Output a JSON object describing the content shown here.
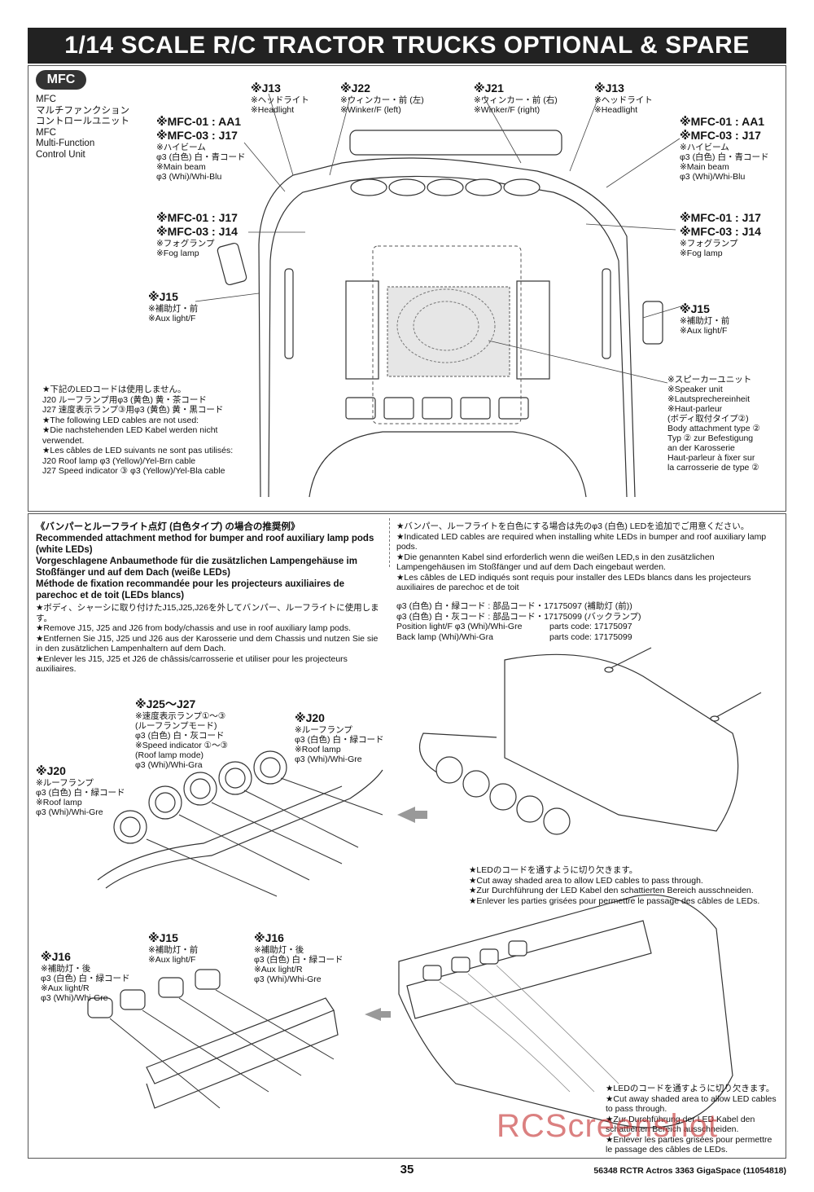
{
  "header": {
    "title": "1/14 SCALE R/C TRACTOR TRUCKS OPTIONAL & SPARE PARTS"
  },
  "mfc": {
    "badge": "MFC",
    "lines": [
      "MFC",
      "マルチファンクション",
      "コントロールユニット",
      "MFC",
      "Multi-Function",
      "Control Unit"
    ]
  },
  "callouts": {
    "j13_left": [
      "※J13",
      "※ヘッドライト",
      "※Headlight"
    ],
    "j22": [
      "※J22",
      "※ウィンカー・前 (左)",
      "※Winker/F (left)"
    ],
    "j21": [
      "※J21",
      "※ウィンカー・前 (右)",
      "※Winker/F (right)"
    ],
    "j13_right": [
      "※J13",
      "※ヘッドライト",
      "※Headlight"
    ],
    "main_left": [
      "※MFC-01 : AA1",
      "※MFC-03 : J17",
      "※ハイビーム",
      "φ3 (白色) 白・青コード",
      "※Main beam",
      "φ3 (Whi)/Whi-Blu"
    ],
    "main_right": [
      "※MFC-01 : AA1",
      "※MFC-03 : J17",
      "※ハイビーム",
      "φ3 (白色) 白・青コード",
      "※Main beam",
      "φ3 (Whi)/Whi-Blu"
    ],
    "fog_left": [
      "※MFC-01 : J17",
      "※MFC-03 : J14",
      "※フォグランプ",
      "※Fog lamp"
    ],
    "fog_right": [
      "※MFC-01 : J17",
      "※MFC-03 : J14",
      "※フォグランプ",
      "※Fog lamp"
    ],
    "aux_left": [
      "※J15",
      "※補助灯・前",
      "※Aux light/F"
    ],
    "aux_right": [
      "※J15",
      "※補助灯・前",
      "※Aux light/F"
    ],
    "speaker": [
      "※スピーカーユニット",
      "※Speaker unit",
      "※Lautsprechereinheit",
      "※Haut-parleur",
      "(ボディ取付タイプ②)",
      "Body attachment type ②",
      "Typ ② zur Befestigung",
      "an der Karosserie",
      "Haut-parleur à fixer sur",
      "la carrosserie de type ②"
    ]
  },
  "led_note": [
    "★下記のLEDコードは使用しません。",
    "J20 ルーフランプ用φ3 (黄色) 黄・茶コード",
    "J27 速度表示ランプ③用φ3 (黄色) 黄・黒コード",
    "★The following LED cables are not used:",
    "★Die nachstehenden LED Kabel werden nicht verwendet.",
    "★Les câbles de LED suivants ne sont pas utilisés:",
    "J20 Roof lamp φ3 (Yellow)/Yel-Brn cable",
    "J27 Speed indicator ③ φ3 (Yellow)/Yel-Bla cable"
  ],
  "recommend": {
    "title_jp": "《バンパーとルーフライト点灯 (白色タイプ) の場合の推奨例》",
    "title_en": "Recommended attachment method for bumper and roof auxiliary lamp pods (white LEDs)",
    "title_de": "Vorgeschlagene Anbaumethode für die zusätzlichen Lampengehäuse im Stoßfänger und auf dem Dach (weiße LEDs)",
    "title_fr": "Méthode de fixation recommandée pour les projecteurs auxiliaires de parechoc et de toit (LEDs blancs)",
    "steps": [
      "★ボディ、シャーシに取り付けたJ15,J25,J26を外してバンパー、ルーフライトに使用します。",
      "★Remove J15, J25 and J26 from body/chassis and use in roof auxiliary lamp pods.",
      "★Entfernen Sie J15, J25 und J26 aus der Karosserie und dem Chassis und nutzen Sie sie in den zusätzlichen Lampenhaltern auf dem Dach.",
      "★Enlever les J15, J25 et J26 de châssis/carrosserie et utiliser pour les projecteurs auxiliaires."
    ]
  },
  "white_note": [
    "★バンパー、ルーフライトを白色にする場合は先のφ3 (白色) LEDを追加でご用意ください。",
    "★Indicated LED cables are required when installing white LEDs in bumper and roof auxiliary lamp pods.",
    "★Die genannten Kabel sind erforderlich wenn die weißen LED,s in den zusätzlichen Lampengehäusen im Stoßfänger und auf dem Dach eingebaut werden.",
    "★Les câbles de LED indiqués sont requis pour installer des LEDs blancs dans les projecteurs auxiliaires de parechoc et de toit"
  ],
  "parts": [
    {
      "jp": "φ3 (白色) 白・緑コード : 部品コード・17175097 (補助灯 (前))",
      "en": "Position light/F φ3 (Whi)/Whi-Gre",
      "code": "parts code: 17175097"
    },
    {
      "jp": "φ3 (白色) 白・灰コード : 部品コード・17175099 (バックランプ)",
      "en": "Back lamp (Whi)/Whi-Gra",
      "code": "parts code: 17175099"
    }
  ],
  "lower_callouts": {
    "j25": [
      "※J25～J27",
      "※速度表示ランプ①～③",
      "(ルーフランプモード)",
      "φ3 (白色) 白・灰コード",
      "※Speed indicator ①～③",
      "(Roof lamp mode)",
      "φ3 (Whi)/Whi-Gra"
    ],
    "j20_right": [
      "※J20",
      "※ルーフランプ",
      "φ3 (白色) 白・緑コード",
      "※Roof lamp",
      "φ3 (Whi)/Whi-Gre"
    ],
    "j20_left": [
      "※J20",
      "※ルーフランプ",
      "φ3 (白色) 白・緑コード",
      "※Roof lamp",
      "φ3 (Whi)/Whi-Gre"
    ],
    "j15": [
      "※J15",
      "※補助灯・前",
      "※Aux light/F"
    ],
    "j16_mid": [
      "※J16",
      "※補助灯・後",
      "φ3 (白色) 白・緑コード",
      "※Aux light/R",
      "φ3 (Whi)/Whi-Gre"
    ],
    "j16_left": [
      "※J16",
      "※補助灯・後",
      "φ3 (白色) 白・緑コード",
      "※Aux light/R",
      "φ3 (Whi)/Whi-Gre"
    ]
  },
  "cut_note_upper": [
    "★LEDのコードを通すように切り欠きます。",
    "★Cut away shaded area to allow LED cables to pass through.",
    "★Zur Durchführung der LED Kabel den schattierten Bereich ausschneiden.",
    "★Enlever les parties grisées pour permettre le passage des câbles de LEDs."
  ],
  "cut_note_lower": [
    "★LEDのコードを通すように切り欠きます。",
    "★Cut away shaded area to allow LED cables to pass through.",
    "★Zur Durchführung der LED Kabel den schattierten Bereich ausschneiden.",
    "★Enlever les parties grisées pour permettre le passage des câbles de LEDs."
  ],
  "footer": {
    "page": "35",
    "doc": "56348 RCTR Actros 3363 GigaSpace (11054818)",
    "watermark": "RCScreenshot"
  }
}
